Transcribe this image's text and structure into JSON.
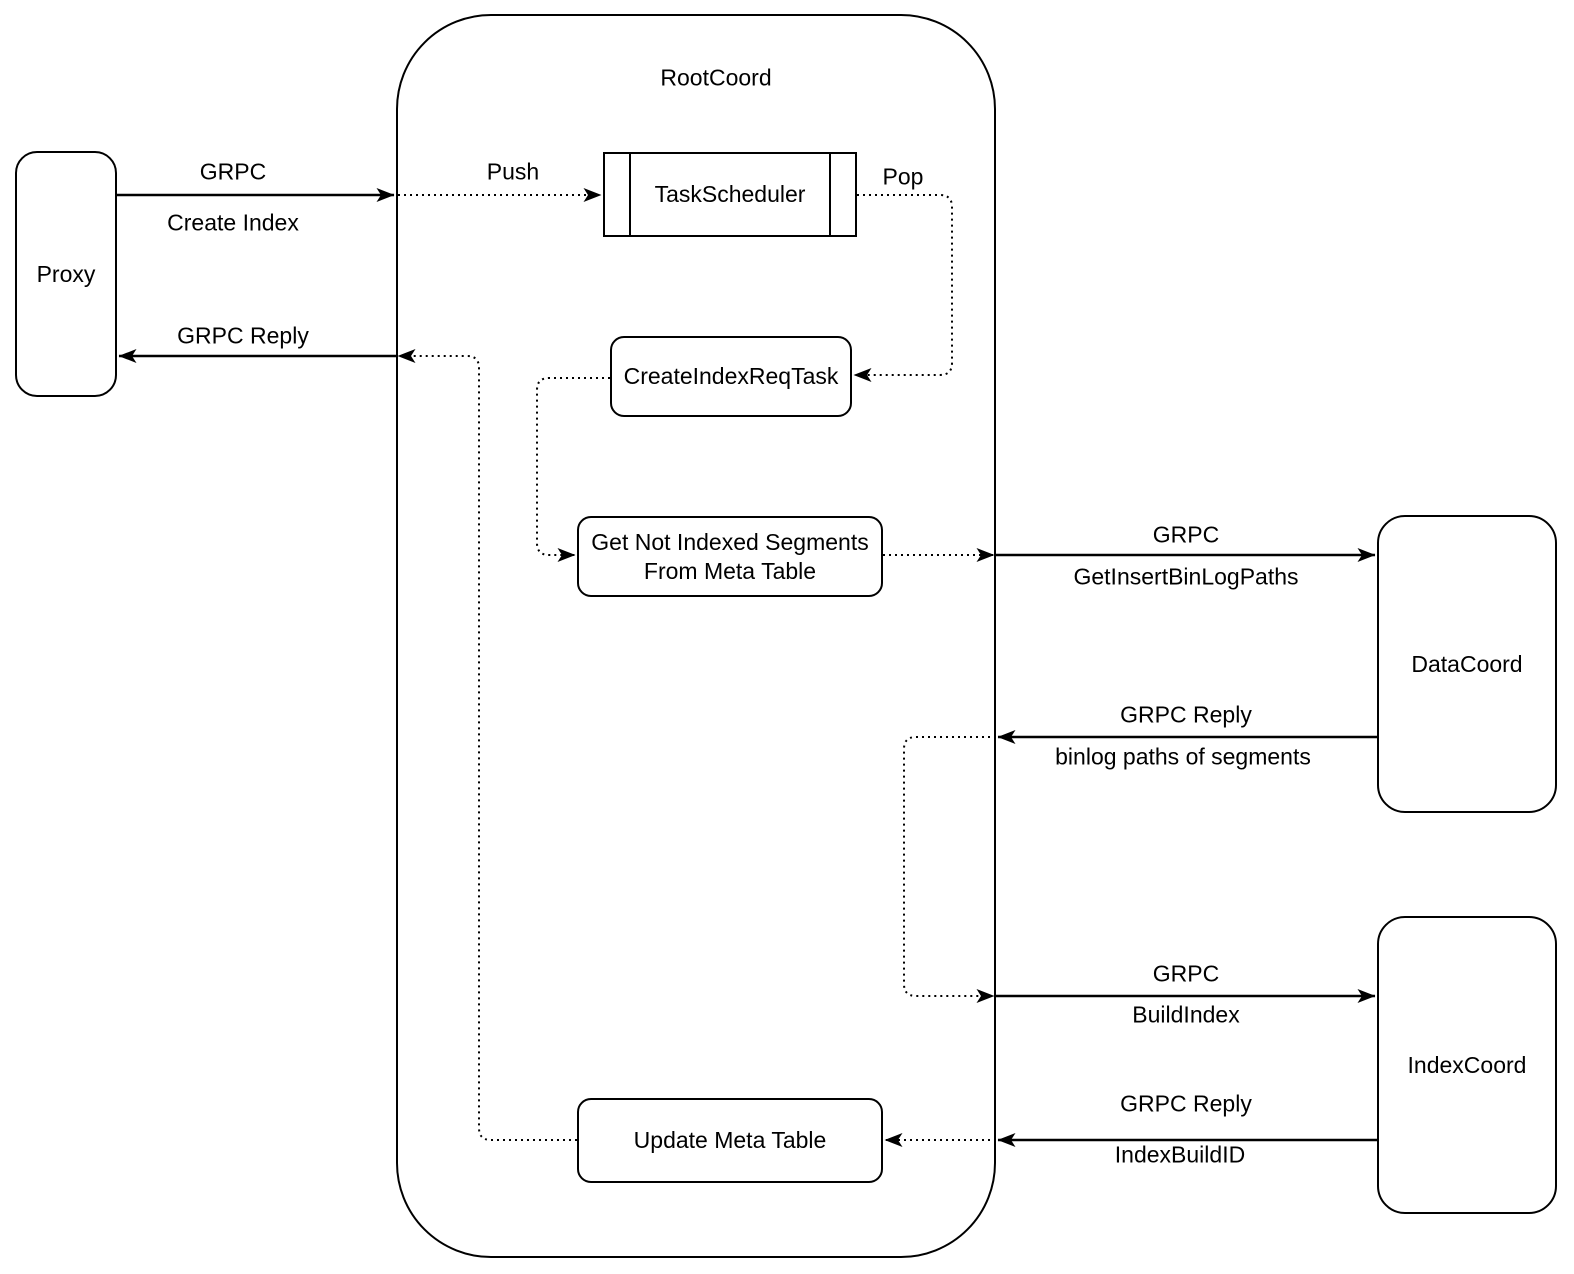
{
  "diagram": {
    "colors": {
      "stroke": "#000000",
      "background": "#ffffff",
      "text": "#000000"
    },
    "container": {
      "title": "RootCoord"
    },
    "nodes": {
      "proxy": {
        "label": "Proxy"
      },
      "task_scheduler": {
        "label": "TaskScheduler"
      },
      "create_index_req_task": {
        "label": "CreateIndexReqTask"
      },
      "get_not_indexed_segments": {
        "label_line1": "Get Not Indexed Segments",
        "label_line2": "From Meta Table"
      },
      "update_meta_table": {
        "label": "Update Meta Table"
      },
      "data_coord": {
        "label": "DataCoord"
      },
      "index_coord": {
        "label": "IndexCoord"
      }
    },
    "edges": {
      "proxy_to_rootcoord": {
        "line1": "GRPC",
        "line2": "Create Index"
      },
      "push": {
        "label": "Push"
      },
      "pop": {
        "label": "Pop"
      },
      "rootcoord_to_proxy": {
        "label": "GRPC Reply"
      },
      "rootcoord_to_datacoord": {
        "line1": "GRPC",
        "line2": "GetInsertBinLogPaths"
      },
      "datacoord_to_rootcoord": {
        "line1": "GRPC Reply",
        "line2": "binlog paths of segments"
      },
      "rootcoord_to_indexcoord": {
        "line1": "GRPC",
        "line2": "BuildIndex"
      },
      "indexcoord_to_rootcoord": {
        "line1": "GRPC Reply",
        "line2": "IndexBuildID"
      }
    }
  }
}
